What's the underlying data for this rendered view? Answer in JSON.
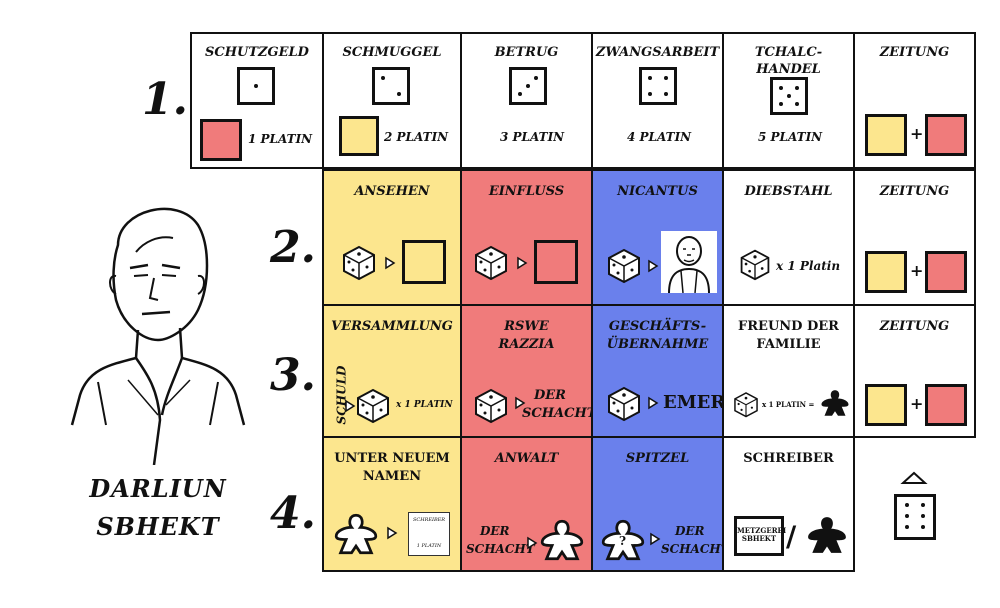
{
  "watermark": "",
  "character": {
    "name_line1": "DARLIUN",
    "name_line2": "SBHEKT"
  },
  "rows": [
    {
      "number": "1.",
      "cells": [
        {
          "title": "SCHUTZGELD",
          "reward": "1 PLATIN",
          "die": 1
        },
        {
          "title": "SCHMUGGEL",
          "reward": "2 PLATIN",
          "die": 2
        },
        {
          "title": "BETRUG",
          "reward": "3 PLATIN",
          "die": 3
        },
        {
          "title": "ZWANGSARBEIT",
          "reward": "4 PLATIN",
          "die": 4
        },
        {
          "title": "TCHALC-HANDEL",
          "reward": "5 PLATIN",
          "die": 5
        },
        {
          "title": "ZEITUNG",
          "plus": "+"
        }
      ]
    },
    {
      "number": "2.",
      "cells": [
        {
          "title": "ANSEHEN"
        },
        {
          "title": "EINFLUSS"
        },
        {
          "title": "NICANTUS"
        },
        {
          "title": "DIEBSTAHL",
          "reward": "x 1 Platin"
        },
        {
          "title": "ZEITUNG",
          "plus": "+"
        }
      ]
    },
    {
      "number": "3.",
      "cells": [
        {
          "title": "VERSAMMLUNG",
          "side": "SCHULD",
          "reward": "x 1 PLATIN"
        },
        {
          "title_line1": "RSWE",
          "title_line2": "RAZZIA",
          "ref_line1": "DER",
          "ref_line2": "SCHACHT"
        },
        {
          "title_line1": "GESCHÄFTS-",
          "title_line2": "ÜBERNAHME",
          "ref": "EMER"
        },
        {
          "title_line1": "FREUND DER",
          "title_line2": "FAMILIE",
          "reward": "x 1 PLATIN ="
        },
        {
          "title": "ZEITUNG",
          "plus": "+"
        }
      ]
    },
    {
      "number": "4.",
      "cells": [
        {
          "title_line1": "UNTER NEUEM",
          "title_line2": "NAMEN",
          "card_top": "SCHREIBER",
          "card_bottom": "1 PLATIN"
        },
        {
          "title": "ANWALT",
          "ref_line1": "DER",
          "ref_line2": "SCHACHT"
        },
        {
          "title": "SPITZEL",
          "mark": "?",
          "ref_line1": "DER",
          "ref_line2": "SCHACHT"
        },
        {
          "title": "SCHREIBER",
          "tag_line1": "METZGEREI",
          "tag_line2": "SBHEKT",
          "slash": "/"
        }
      ]
    }
  ],
  "colors": {
    "yellow": "#fce68e",
    "red": "#f07b7b",
    "blue": "#6a80ec",
    "white": "#ffffff",
    "ink": "#111111"
  },
  "icons": [
    "bald-man-portrait",
    "die-icon",
    "meeple-icon",
    "old-man-portrait",
    "triangle-arrow-icon"
  ]
}
